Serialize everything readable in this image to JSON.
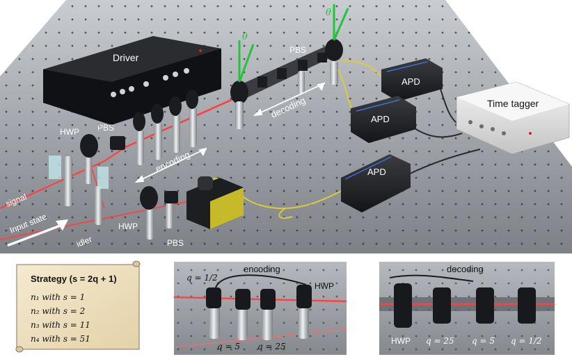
{
  "main_scene": {
    "labels": {
      "driver": "Driver",
      "pbs_top": "PBS",
      "pbs_left": "PBS",
      "pbs_bottom": "PBS",
      "hwp_left": "HWP",
      "hwp_bottom": "HWP",
      "encoding": "encoding",
      "decoding": "decoding",
      "apd_1": "APD",
      "apd_2": "APD",
      "apd_3": "APD",
      "time_tagger": "Time tagger",
      "signal": "signal",
      "idler": "idler",
      "input_state": "Input state",
      "theta_1": "θ",
      "theta_2": "θ"
    }
  },
  "strategy_box": {
    "title": "Strategy (s = 2q + 1)",
    "lines": [
      "n₁ with s = 1",
      "n₂ with s = 2",
      "n₃ with s = 11",
      "n₄ with s = 51"
    ]
  },
  "encoding_inset": {
    "title": "encoding",
    "hwp": "HWP",
    "q_half": "q = 1/2",
    "q_five": "q = 5",
    "q_twentyfive": "q = 25"
  },
  "decoding_inset": {
    "title": "decoding",
    "hwp": "HWP",
    "q_twentyfive": "q = 25",
    "q_five": "q = 5",
    "q_half": "q = 1/2"
  },
  "colors": {
    "table": "#9a9ea3",
    "beam": "#ff4040",
    "theta_indicator": "#22c43a",
    "fiber": "#d8cc3a",
    "parchment": "#efe2c2"
  }
}
